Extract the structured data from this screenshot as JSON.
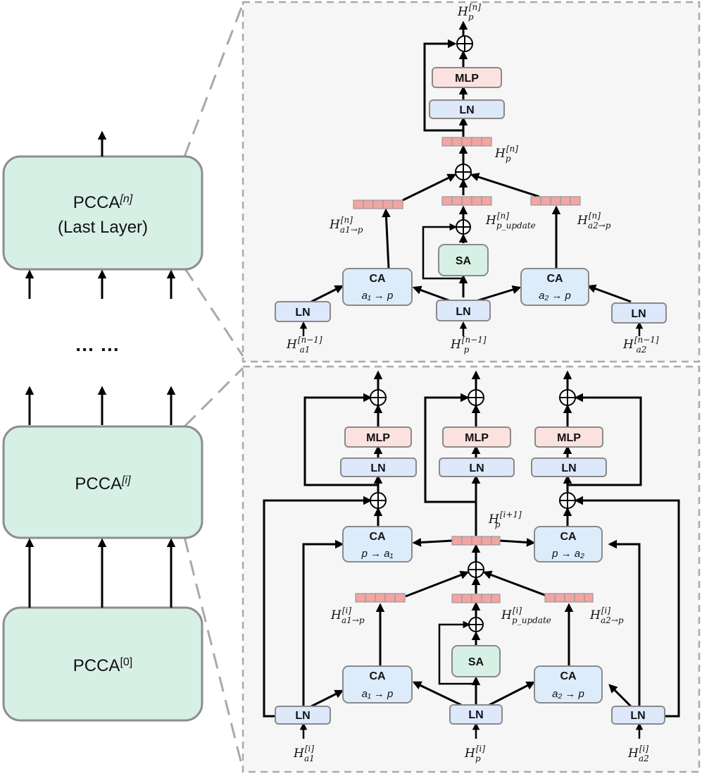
{
  "left_stack": {
    "layers": [
      {
        "name": "PCCA",
        "superscript": "[n]",
        "subtitle": "(Last Layer)"
      },
      {
        "name": "PCCA",
        "superscript": "[i]",
        "subtitle": ""
      },
      {
        "name": "PCCA",
        "superscript": "[0]",
        "subtitle": ""
      }
    ],
    "ellipsis": "…  …"
  },
  "blocks": {
    "ln": "LN",
    "mlp": "MLP",
    "ca": "CA",
    "sa": "SA"
  },
  "top_panel": {
    "ca_left_sub": "a₁ → p",
    "ca_right_sub": "a₂ → p",
    "labels": {
      "out": {
        "base": "H",
        "sub": "p",
        "sup": "[n]"
      },
      "mid": {
        "base": "H",
        "sub": "p",
        "sup": "[n]"
      },
      "a1p": {
        "base": "H",
        "sub": "a1→p",
        "sup": "[n]"
      },
      "pupd": {
        "base": "H",
        "sub": "p_update",
        "sup": "[n]"
      },
      "a2p": {
        "base": "H",
        "sub": "a2→p",
        "sup": "[n]"
      },
      "in_a1": {
        "base": "H",
        "sub": "a1",
        "sup": "[n−1]"
      },
      "in_p": {
        "base": "H",
        "sub": "p",
        "sup": "[n−1]"
      },
      "in_a2": {
        "base": "H",
        "sub": "a2",
        "sup": "[n−1]"
      }
    }
  },
  "bottom_panel": {
    "ca_top_left_sub": "p → a₁",
    "ca_top_right_sub": "p → a₂",
    "ca_bot_left_sub": "a₁ → p",
    "ca_bot_right_sub": "a₂ → p",
    "labels": {
      "next": {
        "base": "H",
        "sub": "p",
        "sup": "[i+1]"
      },
      "a1p": {
        "base": "H",
        "sub": "a1→p",
        "sup": "[i]"
      },
      "pupd": {
        "base": "H",
        "sub": "p_update",
        "sup": "[i]"
      },
      "a2p": {
        "base": "H",
        "sub": "a2→p",
        "sup": "[i]"
      },
      "in_a1": {
        "base": "H",
        "sub": "a1",
        "sup": "[i]"
      },
      "in_p": {
        "base": "H",
        "sub": "p",
        "sup": "[i]"
      },
      "in_a2": {
        "base": "H",
        "sub": "a2",
        "sup": "[i]"
      }
    }
  }
}
